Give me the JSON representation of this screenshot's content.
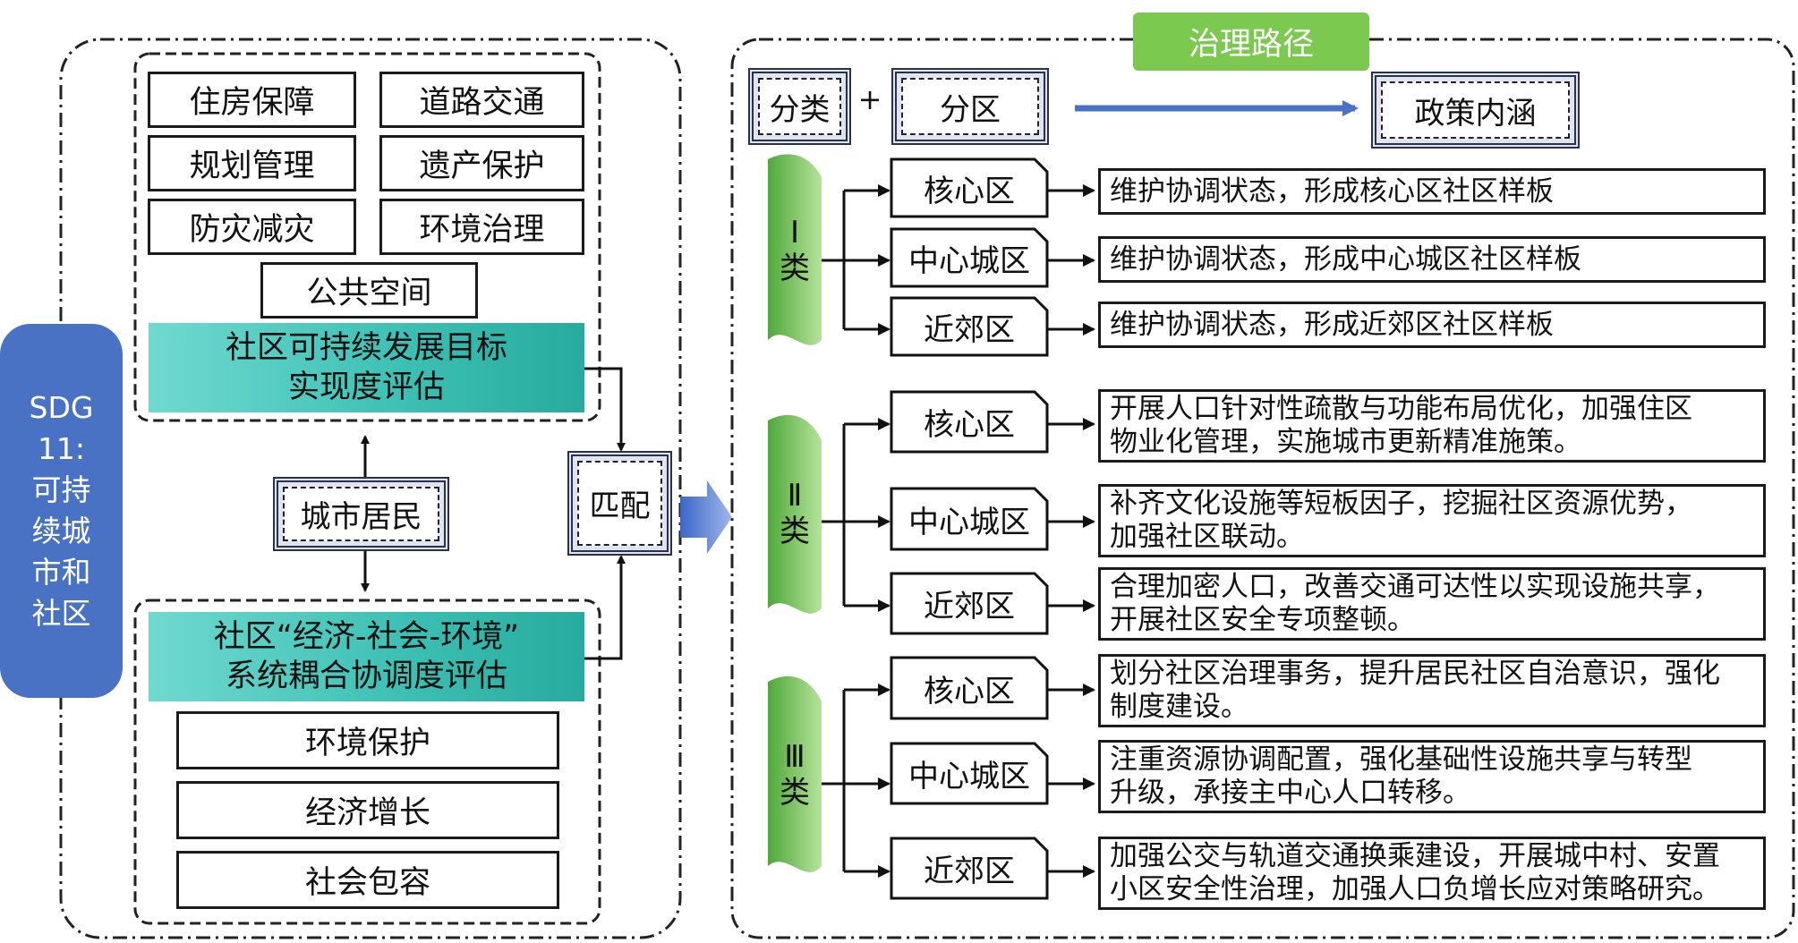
{
  "sdg_label": "SDG\n11:\n可持\n续城\n市和\n社区",
  "left_panel": {
    "indicators": [
      "住房保障",
      "道路交通",
      "规划管理",
      "遗产保护",
      "防灾减灾",
      "环境治理",
      "公共空间"
    ],
    "sdg_assessment": "社区可持续发展目标\n实现度评估",
    "residents": "城市居民",
    "coupling_assessment": "社区“经济-社会-环境”\n系统耦合协调度评估",
    "systems": [
      "环境保护",
      "经济增长",
      "社会包容"
    ]
  },
  "match_label": "匹配",
  "right_panel": {
    "title": "治理路径",
    "header": {
      "classification": "分类",
      "plus": "+",
      "zoning": "分区",
      "policy": "政策内涵"
    },
    "groups": [
      {
        "label": "Ⅰ\n类",
        "rows": [
          {
            "district": "核心区",
            "policy": "维护协调状态，形成核心区社区样板"
          },
          {
            "district": "中心城区",
            "policy": "维护协调状态，形成中心城区社区样板"
          },
          {
            "district": "近郊区",
            "policy": "维护协调状态，形成近郊区社区样板"
          }
        ]
      },
      {
        "label": "Ⅱ\n类",
        "rows": [
          {
            "district": "核心区",
            "policy": "开展人口针对性疏散与功能布局优化，加强住区\n物业化管理，实施城市更新精准施策。"
          },
          {
            "district": "中心城区",
            "policy": "补齐文化设施等短板因子，挖掘社区资源优势，\n加强社区联动。"
          },
          {
            "district": "近郊区",
            "policy": "合理加密人口，改善交通可达性以实现设施共享，\n开展社区安全专项整顿。"
          }
        ]
      },
      {
        "label": "Ⅲ\n类",
        "rows": [
          {
            "district": "核心区",
            "policy": "划分社区治理事务，提升居民社区自治意识，强化\n制度建设。"
          },
          {
            "district": "中心城区",
            "policy": "注重资源协调配置，强化基础性设施共享与转型\n升级，承接主中心人口转移。"
          },
          {
            "district": "近郊区",
            "policy": "加强公交与轨道交通换乘建设，开展城中村、安置\n小区安全性治理，加强人口负增长应对策略研究。"
          }
        ]
      }
    ]
  },
  "colors": {
    "sdg_blue": "#4a72c4",
    "teal": "#3cbfb3",
    "green": "#7bc94f",
    "group_bg": "#e8f4e0",
    "arrow_blue": "#4a72c4"
  }
}
